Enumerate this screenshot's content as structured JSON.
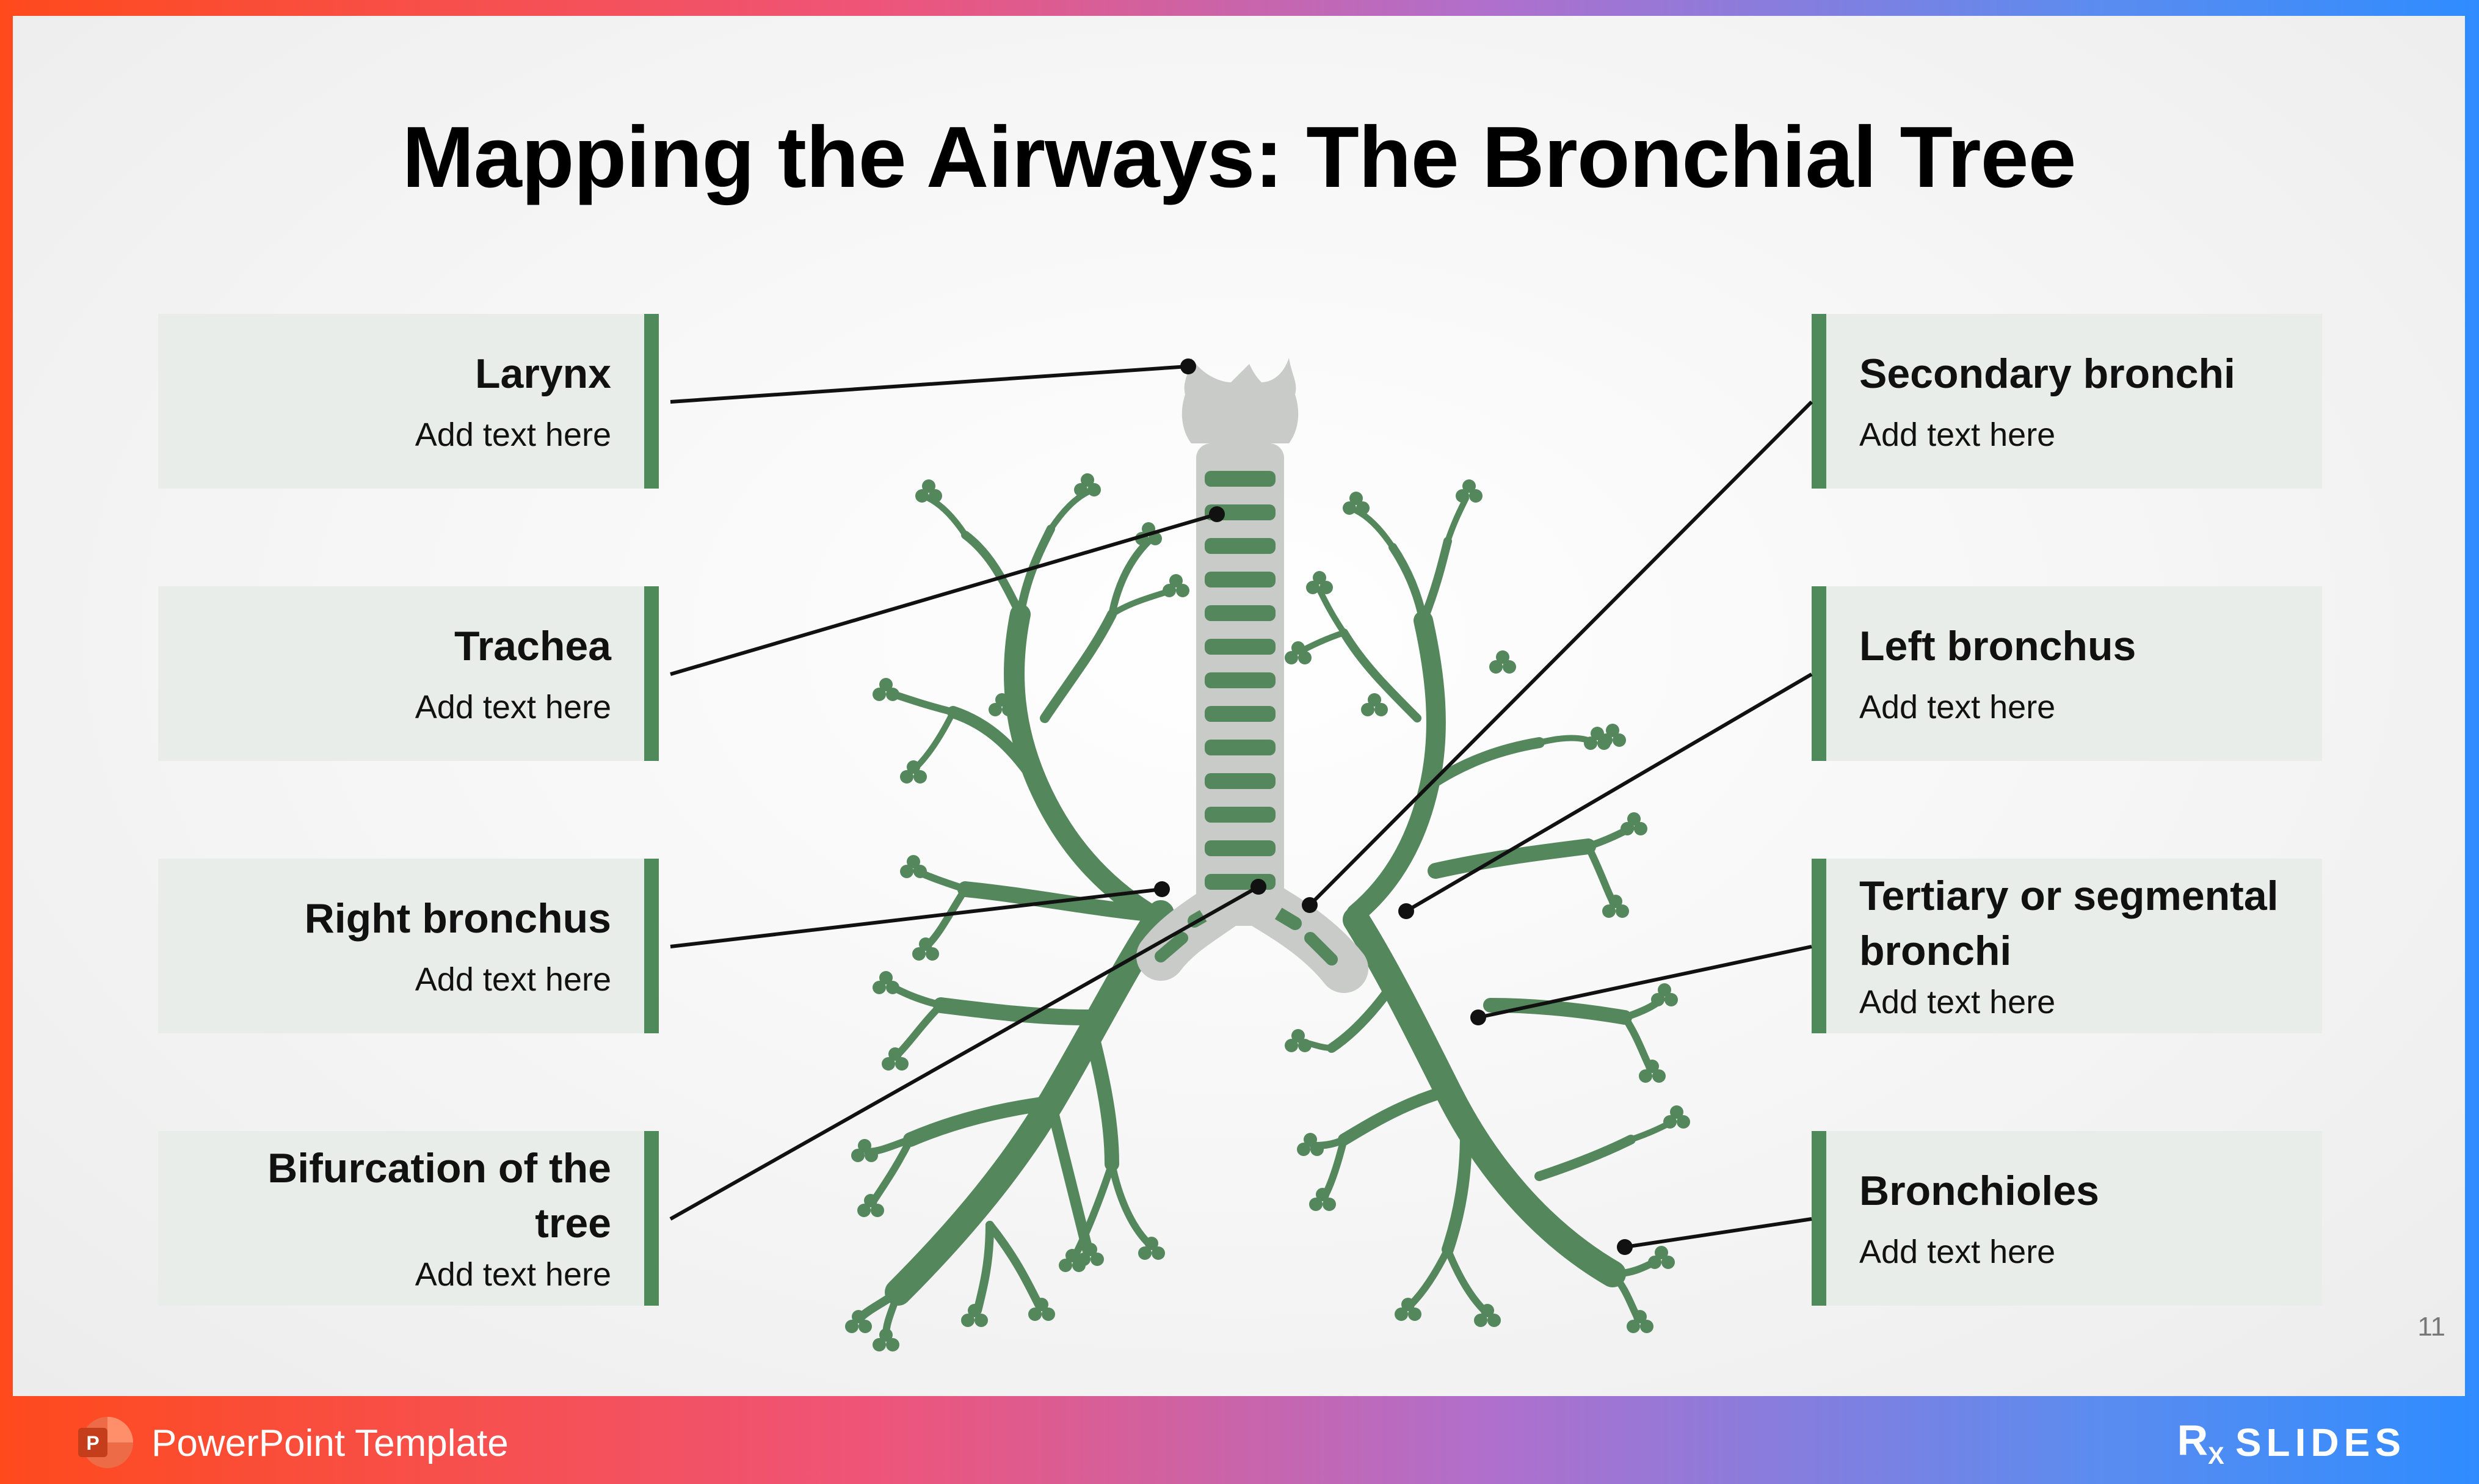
{
  "slide": {
    "title": "Mapping the Airways: The Bronchial Tree",
    "page_number": "11"
  },
  "labels_left": [
    {
      "title": "Larynx",
      "body": "Add text here"
    },
    {
      "title": "Trachea",
      "body": "Add text here"
    },
    {
      "title": "Right bronchus",
      "body": "Add text here"
    },
    {
      "title": "Bifurcation of the tree",
      "body": "Add text here"
    }
  ],
  "labels_right": [
    {
      "title": "Secondary bronchi",
      "body": "Add text here"
    },
    {
      "title": "Left bronchus",
      "body": "Add text here"
    },
    {
      "title": "Tertiary or segmental bronchi",
      "body": "Add text here"
    },
    {
      "title": "Bronchioles",
      "body": "Add text here"
    }
  ],
  "footer": {
    "app_label": "PowerPoint Template",
    "app_icon_letter": "P",
    "brand_rx": "R",
    "brand_rx_sub": "X",
    "brand_name": "SLIDES"
  },
  "colors": {
    "accent_green": "#4f8a5a",
    "airway_gray": "#c8cbc8",
    "box_bg": "#e9ede9"
  }
}
